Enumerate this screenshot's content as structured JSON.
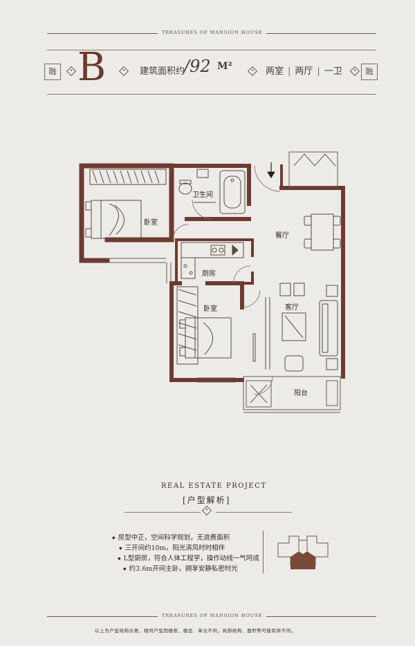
{
  "brand": {
    "caption_top": "TREASURES OF MANSION HOUSE",
    "caption_bottom": "TREASURES OF MANSION HOUSE"
  },
  "header": {
    "unit_letter": "B",
    "badge_left": "融",
    "badge_right": "融",
    "area_label": "建筑面积约",
    "area_value": "/92",
    "area_unit": "M²",
    "room_1": "两室",
    "room_2": "两厅",
    "room_3": "一卫"
  },
  "rooms": {
    "bedroom_1": "卧室",
    "bathroom": "卫生间",
    "dining": "餐厅",
    "kitchen": "厨房",
    "bedroom_2": "卧室",
    "living": "客厅",
    "balcony": "阳台"
  },
  "footer": {
    "project_title": "REAL ESTATE PROJECT",
    "analysis_title": "[户型解析]",
    "features": [
      "房型中正，空间科学规划，无浪费面积",
      "三开间约10m，阳光清风时时相伴",
      "L型厨房，符合人体工程学，操作动线一气呵成",
      "约3.6m开间主卧，拥享安静私密时光"
    ],
    "disclaimer": "以上为户型结构示意，相同户型因楼栋、楼层、单元不同，局部结构、面积等可能有所不同。"
  },
  "colors": {
    "wall": "#6e3a30",
    "accent": "#7a4a38",
    "background": "#ecebe8"
  }
}
